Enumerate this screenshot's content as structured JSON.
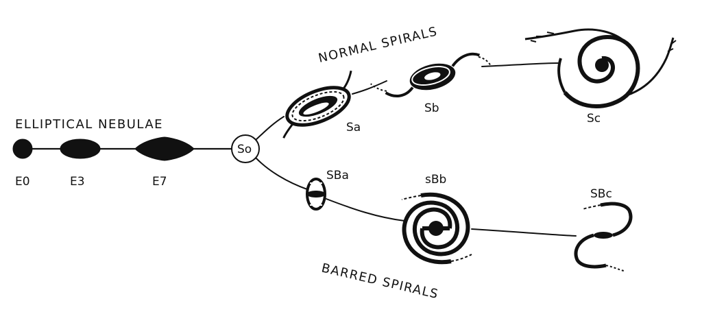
{
  "headings": {
    "elliptical": "ELLIPTICAL NEBULAE",
    "normal": "NORMAL SPIRALS",
    "barred": "BARRED SPIRALS"
  },
  "ellipticals": [
    {
      "label": "E0"
    },
    {
      "label": "E3"
    },
    {
      "label": "E7"
    }
  ],
  "center": {
    "label": "So"
  },
  "normal_spirals": [
    {
      "label": "Sa"
    },
    {
      "label": "Sb"
    },
    {
      "label": "Sc"
    }
  ],
  "barred_spirals": [
    {
      "label": "SBa"
    },
    {
      "label": "sBb"
    },
    {
      "label": "SBc"
    }
  ]
}
